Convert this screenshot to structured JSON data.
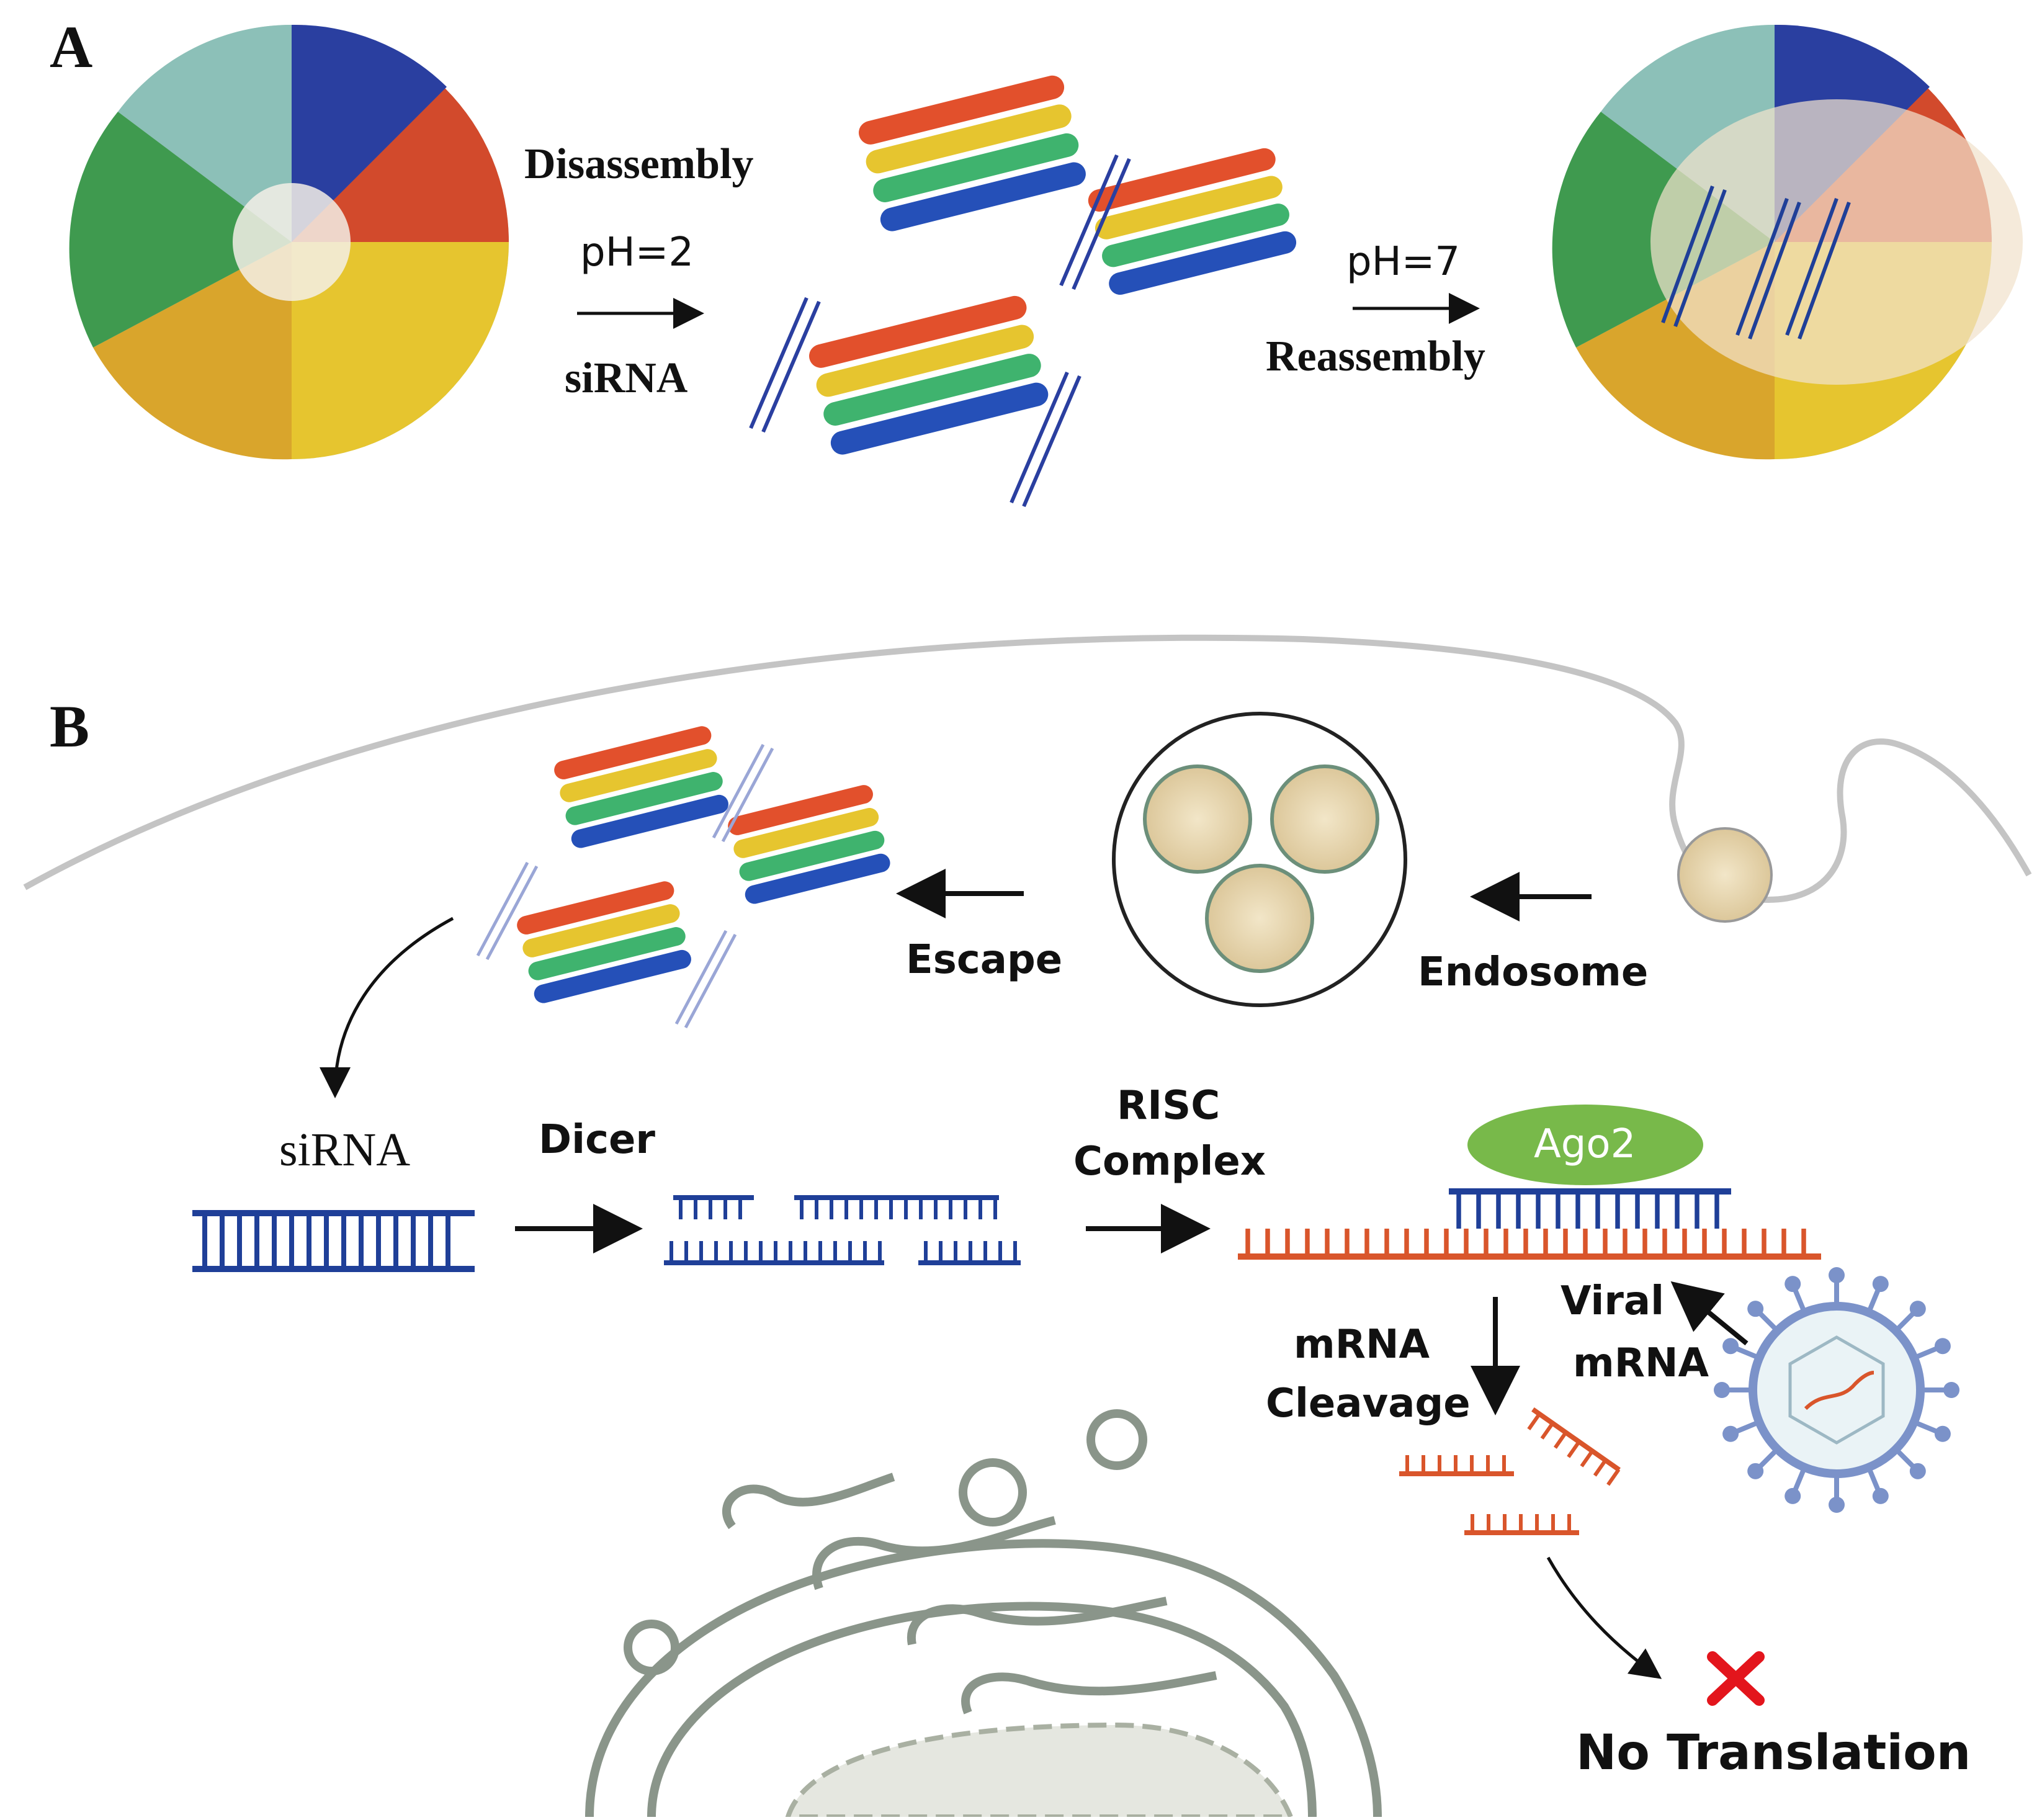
{
  "panel_a": {
    "label": "A",
    "step1": {
      "top": "Disassembly",
      "condition": "pH=2",
      "bottom": "siRNA"
    },
    "step2": {
      "condition": "pH=7",
      "bottom": "Reassembly"
    }
  },
  "panel_b": {
    "label": "B",
    "endosome_label": "Endosome",
    "escape_label": "Escape",
    "sirna_label": "siRNA",
    "dicer_label": "Dicer",
    "risc_line1": "RISC",
    "risc_line2": "Complex",
    "ago2_label": "Ago2",
    "viral_line1": "Viral",
    "viral_line2": "mRNA",
    "cleavage_line1": "mRNA",
    "cleavage_line2": "Cleavage",
    "outcome_label": "No Translation"
  },
  "colors": {
    "sirna": "#1f3f98",
    "mrna": "#d9552b",
    "ago2": "#78b94a",
    "membrane": "#c4c4c4",
    "organelle": "#8a958a",
    "x_mark": "#e3151c"
  }
}
